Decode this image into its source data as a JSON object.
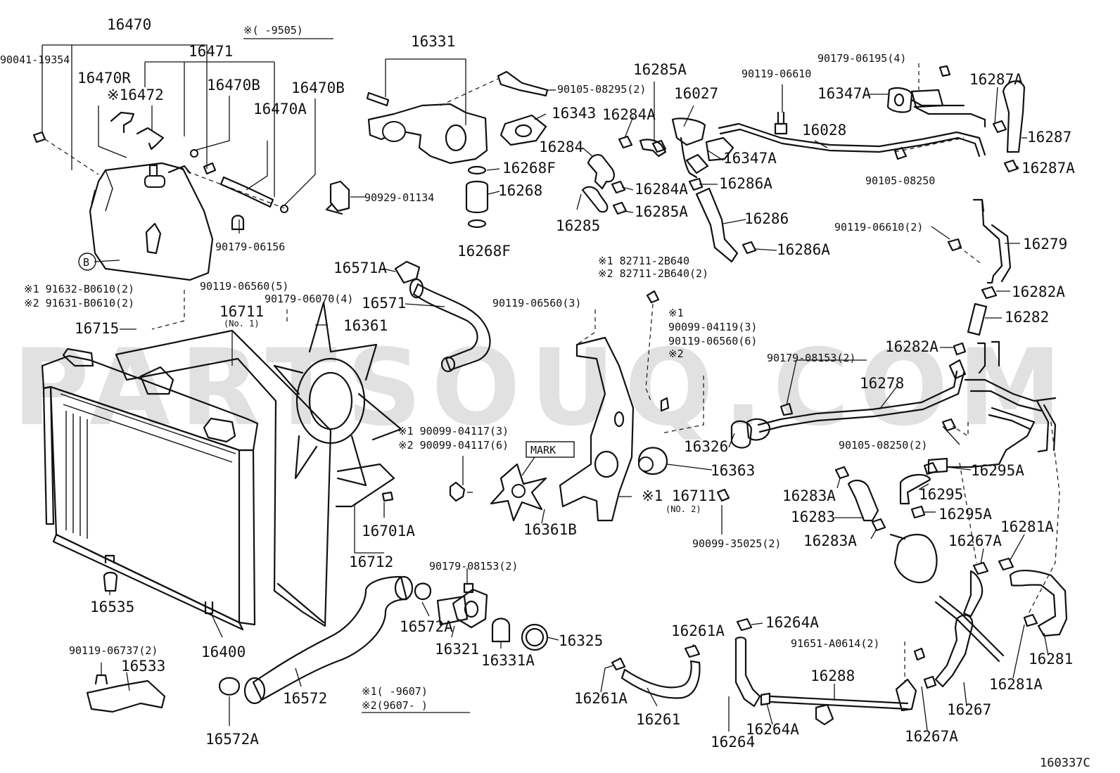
{
  "watermark": "PARTSOUQ.COM",
  "diagram_code": "160337C",
  "notes": {
    "top_range": "※(      -9505)",
    "bottom_note1": "※1(      -9607)",
    "bottom_note2": "※2(9607-      )",
    "note_b1": "※1 91632-B0610(2)",
    "note_b2": "※2 91631-B0610(2)",
    "mark_label": "MARK"
  },
  "labels": [
    "16470",
    "90041-19354",
    "16471",
    "16470R",
    "※16472",
    "16470B",
    "16470B",
    "16470A",
    "90179-06156",
    "90119-06560(5)",
    "16711",
    "(No. 1)",
    "90179-06070(4)",
    "16361",
    "16715",
    "16331",
    "90105-08295(2)",
    "16343",
    "16268F",
    "16268",
    "16268F",
    "90929-01134",
    "16571A",
    "16571",
    "90119-06560(3)",
    "16285A",
    "16027",
    "16284A",
    "16284",
    "16347A",
    "16286A",
    "16284A",
    "16285A",
    "16285",
    "16286",
    "16286A",
    "90119-06610",
    "16028",
    "90179-06195(4)",
    "16347A",
    "16287A",
    "16287",
    "90105-08250",
    "16287A",
    "90119-06610(2)",
    "16279",
    "16282A",
    "16282",
    "16282A",
    "※1 82711-2B640",
    "※2 82711-2B640(2)",
    "※1",
    "90099-04119(3)",
    "90119-06560(6)",
    "※2",
    "90179-08153(2)",
    "16278",
    "16326",
    "16363",
    "90105-08250(2)",
    "16295A",
    "16295",
    "16295A",
    "16283A",
    "16283",
    "16283A",
    "※1 90099-04117(3)",
    "※2 90099-04117(6)",
    "16361B",
    "16701A",
    "16712",
    "※1 16711",
    "(NO. 2)",
    "90099-35025(2)",
    "16535",
    "16400",
    "90119-06737(2)",
    "16533",
    "90179-08153(2)",
    "16572A",
    "16321",
    "16331A",
    "16325",
    "16572",
    "16572A",
    "16261A",
    "16261A",
    "16261",
    "16264A",
    "16264",
    "16264A",
    "91651-A0614(2)",
    "16288",
    "16267A",
    "16281A",
    "16267A",
    "16267",
    "16281A",
    "16281"
  ]
}
